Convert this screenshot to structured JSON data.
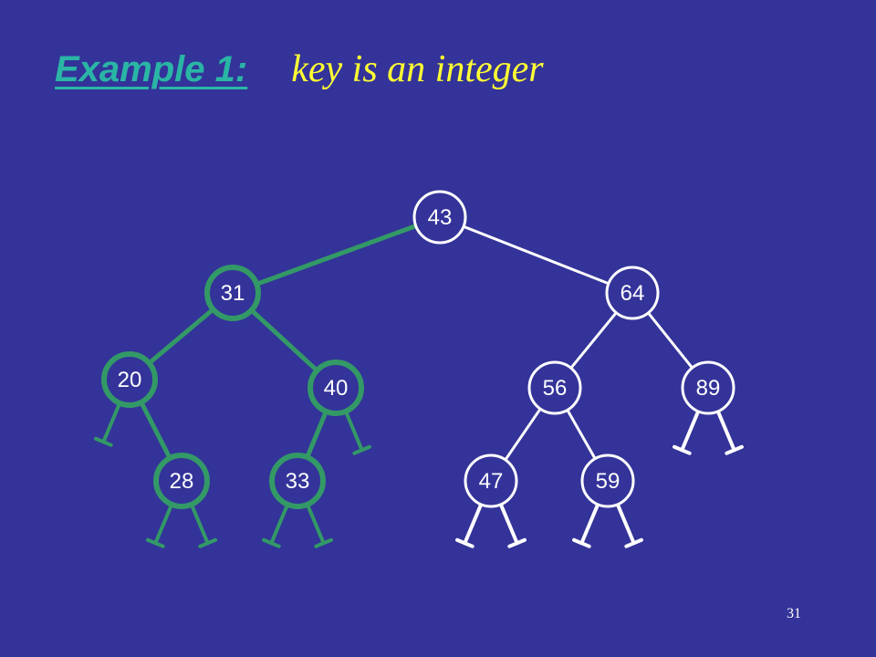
{
  "slide": {
    "title": "Example 1:",
    "subtitle": "key is an integer",
    "slide_number": "31"
  },
  "colors": {
    "background": "#333399",
    "highlight": "#339966",
    "normal": "#ffffff",
    "title": "#2ab6a5",
    "subtitle": "#ffff33"
  },
  "tree": {
    "root": {
      "key": "43",
      "highlighted": false,
      "left": {
        "key": "31",
        "highlighted": true,
        "left": {
          "key": "20",
          "highlighted": true,
          "left": null,
          "right": {
            "key": "28",
            "highlighted": true,
            "left": null,
            "right": null
          }
        },
        "right": {
          "key": "40",
          "highlighted": true,
          "left": {
            "key": "33",
            "highlighted": true,
            "left": null,
            "right": null
          },
          "right": null
        }
      },
      "right": {
        "key": "64",
        "highlighted": false,
        "left": {
          "key": "56",
          "highlighted": false,
          "left": {
            "key": "47",
            "highlighted": false,
            "left": null,
            "right": null
          },
          "right": {
            "key": "59",
            "highlighted": false,
            "left": null,
            "right": null
          }
        },
        "right": {
          "key": "89",
          "highlighted": false,
          "left": null,
          "right": null
        }
      }
    }
  }
}
